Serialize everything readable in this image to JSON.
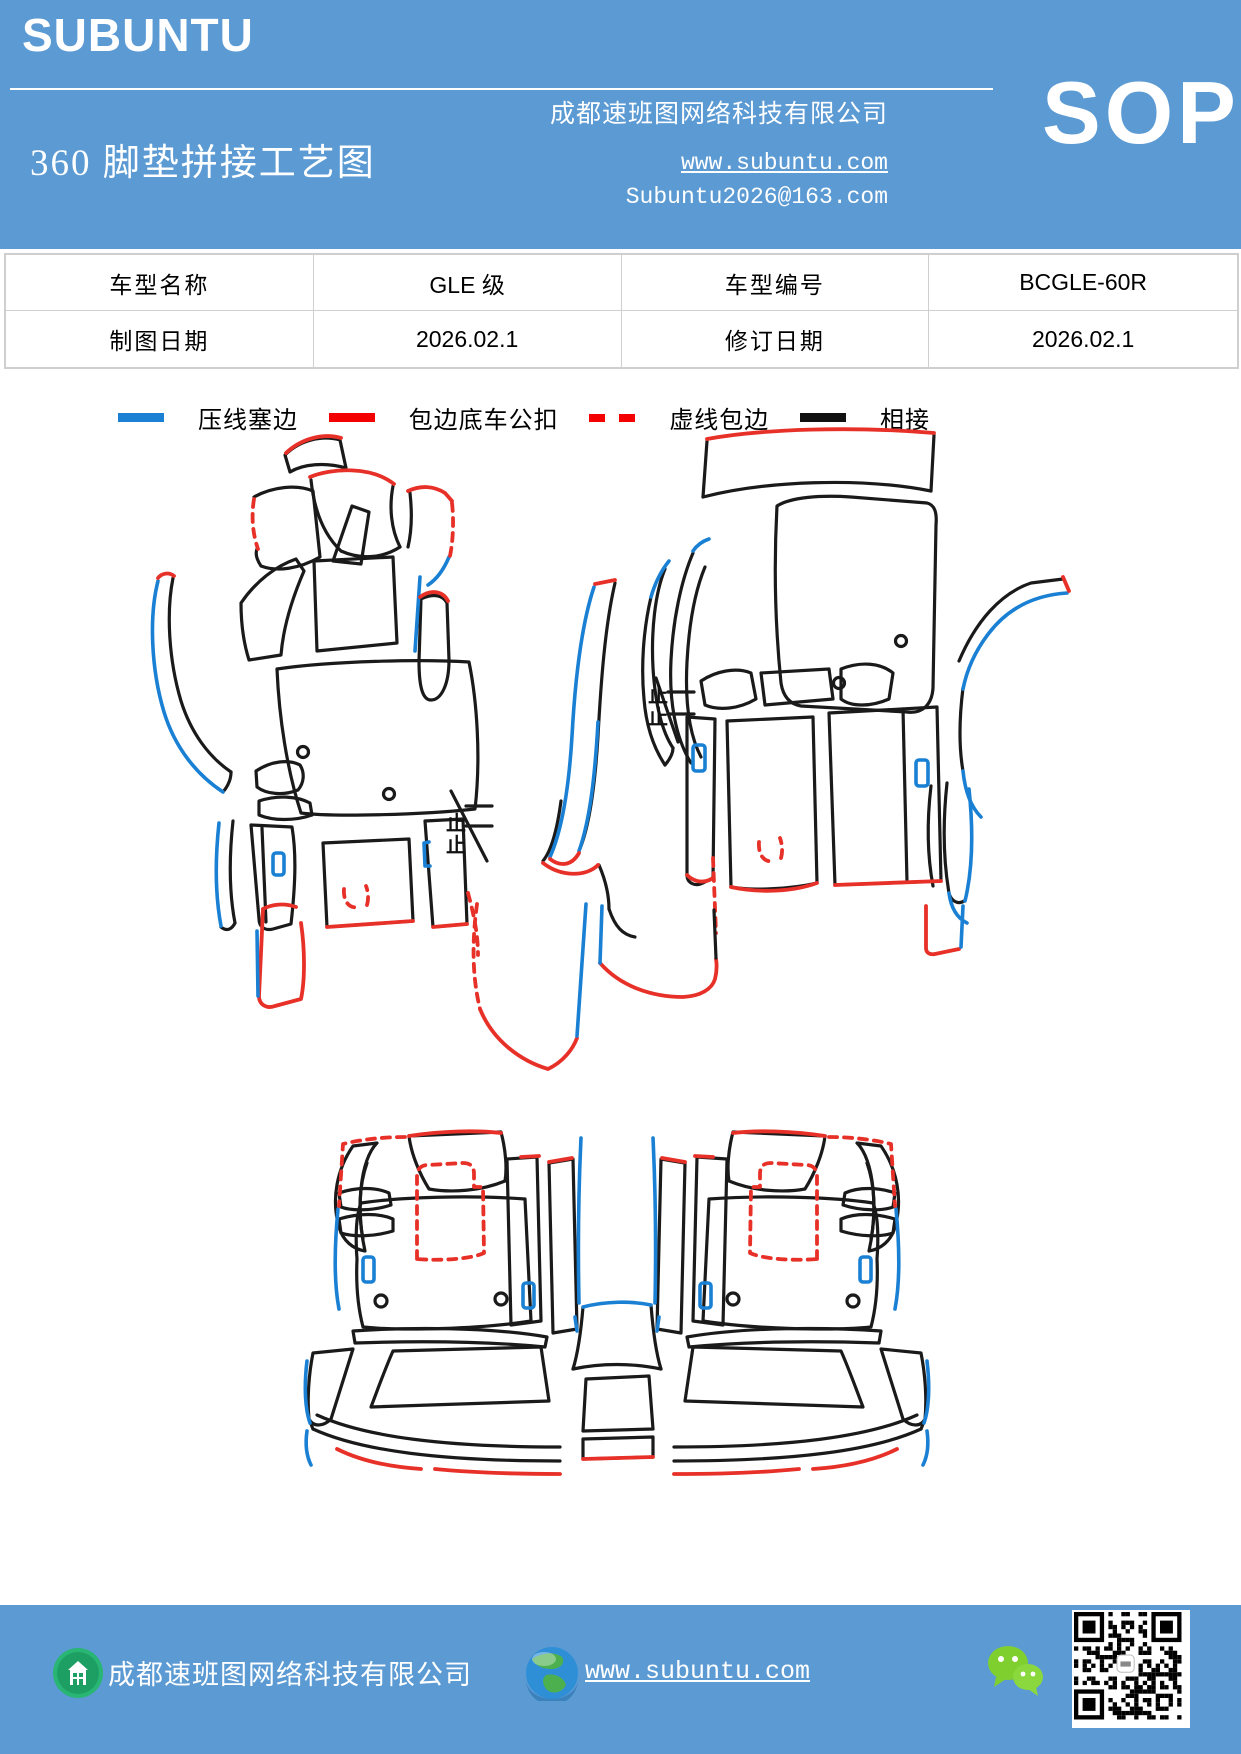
{
  "header": {
    "logo": "SUBUNTU",
    "title": "360 脚垫拼接工艺图",
    "company": "成都速班图网络科技有限公司",
    "website": "www.subuntu.com",
    "email": "Subuntu2026@163.com",
    "badge": "SOP"
  },
  "info_table": {
    "rows": [
      {
        "label1": "车型名称",
        "value1": "GLE 级",
        "label2": "车型编号",
        "value2": "BCGLE-60R"
      },
      {
        "label1": "制图日期",
        "value1": "2026.02.1",
        "label2": "修订日期",
        "value2": "2026.02.1"
      }
    ]
  },
  "legend": {
    "items": [
      {
        "label": "压线塞边",
        "style": "solid",
        "color": "#1a80d4"
      },
      {
        "label": "包边底车公扣",
        "style": "solid",
        "color": "#f40000"
      },
      {
        "label": "虚线包边",
        "style": "dashed",
        "color": "#f40000"
      },
      {
        "label": "相接",
        "style": "solid",
        "color": "#111111"
      }
    ]
  },
  "diagram": {
    "colors": {
      "blue": "#1a80d4",
      "red": "#e73128",
      "black": "#1a1a1a",
      "brand": "#5b9ad3"
    },
    "annotations": {
      "stop_left_1": "止",
      "stop_left_2": "止",
      "stop_right_1": "止",
      "stop_right_2": "止"
    }
  },
  "footer": {
    "company": "成都速班图网络科技有限公司",
    "website": "www.subuntu.com",
    "icons": {
      "building": "building-icon",
      "globe": "globe-icon",
      "wechat": "wechat-icon",
      "qr": "qr-code"
    }
  }
}
